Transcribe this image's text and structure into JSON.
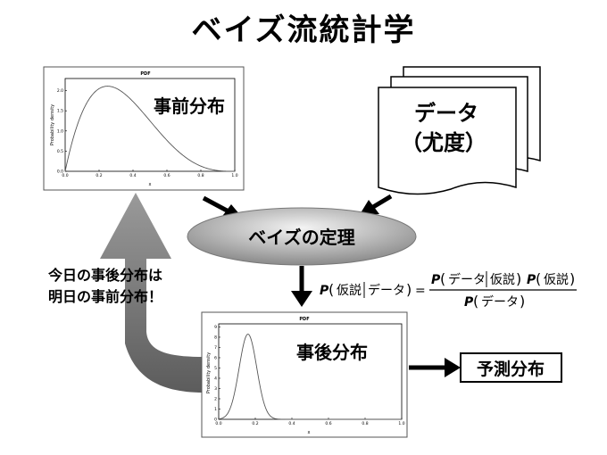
{
  "title": "ベイズ流統計学",
  "prior": {
    "label": "事前分布",
    "plot_title": "PDF",
    "ylabel": "Probability density",
    "xlabel": "x",
    "xticks": [
      "0.0",
      "0.2",
      "0.4",
      "0.6",
      "0.8",
      "1.0"
    ],
    "yticks": [
      "0.0",
      "0.5",
      "1.0",
      "1.5",
      "2.0"
    ]
  },
  "data_doc": {
    "line1": "データ",
    "line2": "（尤度）"
  },
  "bayes": {
    "label": "ベイズの定理"
  },
  "formula": {
    "lhs_P": "P",
    "lhs_arg1": "仮説",
    "lhs_arg2": "データ",
    "equals": "=",
    "num_P1": "P",
    "num_arg1": "データ",
    "num_arg2": "仮説",
    "num_P2": "P",
    "num_arg3": "仮説",
    "den_P": "P",
    "den_arg": "データ"
  },
  "feedback": {
    "line1": "今日の事後分布は",
    "line2": "明日の事前分布！"
  },
  "posterior": {
    "label": "事後分布",
    "plot_title": "PDF",
    "ylabel": "Probability density",
    "xlabel": "x",
    "xticks": [
      "0.0",
      "0.2",
      "0.4",
      "0.6",
      "0.8",
      "1.0"
    ],
    "yticks": [
      "0",
      "1",
      "2",
      "3",
      "4",
      "5",
      "6",
      "7",
      "8",
      "9"
    ]
  },
  "prediction": {
    "label": "予測分布"
  },
  "colors": {
    "ellipse_light": "#f2f2f2",
    "ellipse_dark": "#8a8a8a",
    "arrow_gray": "#8c8c8c",
    "arrow_dark": "#5a5a5a"
  }
}
